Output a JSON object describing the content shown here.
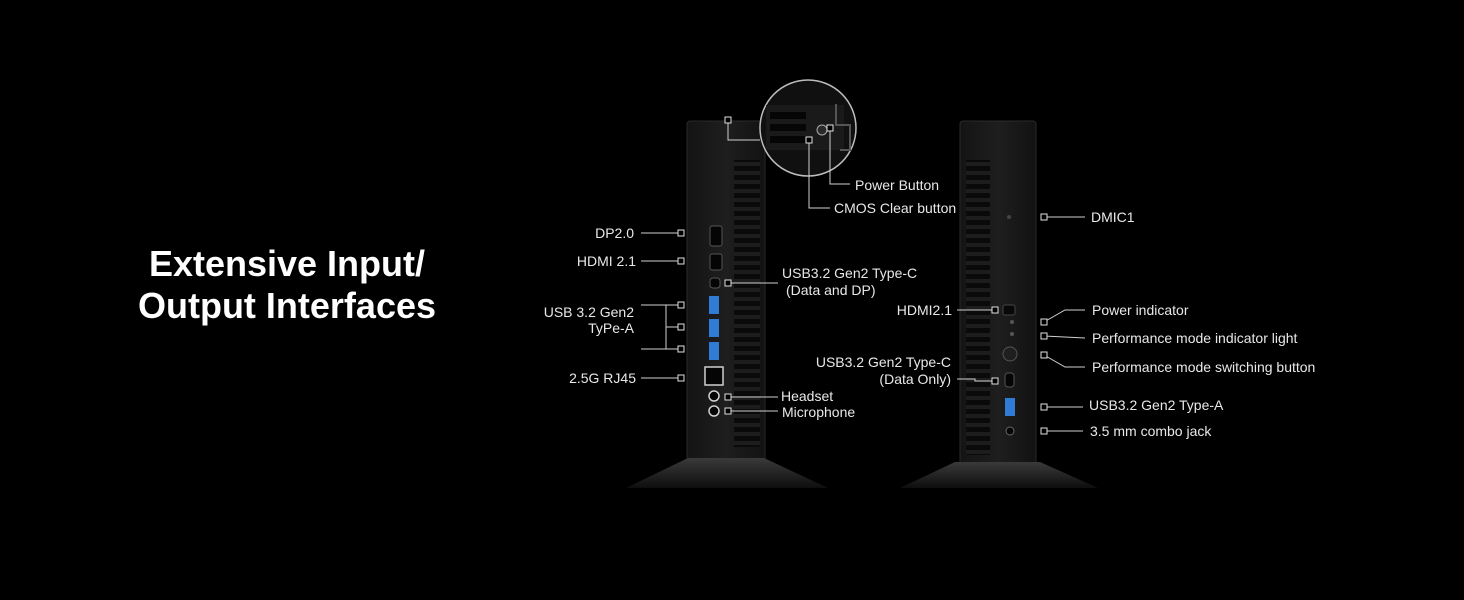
{
  "headline": {
    "line1": "Extensive Input/",
    "line2": "Output Interfaces"
  },
  "rear_view": {
    "dp": "DP2.0",
    "hdmi": "HDMI 2.1",
    "usba_line1": "USB 3.2 Gen2",
    "usba_line2": "TyPe-A",
    "rj45": "2.5G RJ45",
    "usbc_line1": "USB3.2 Gen2 Type-C",
    "usbc_line2": "(Data and DP)",
    "headset": "Headset",
    "microphone": "Microphone",
    "power_button": "Power Button",
    "cmos": "CMOS Clear button"
  },
  "front_view": {
    "dmic": "DMIC1",
    "hdmi": "HDMI2.1",
    "usbc_line1": "USB3.2 Gen2 Type-C",
    "usbc_line2": "(Data Only)",
    "power_indicator": "Power indicator",
    "perf_light": "Performance mode indicator light",
    "perf_button": "Performance mode switching button",
    "usba": "USB3.2 Gen2 Type-A",
    "combo_jack": "3.5 mm combo jack"
  },
  "colors": {
    "background": "#000000",
    "body": "#181818",
    "usb_blue": "#2f7bd6",
    "line": "#cfcfcf"
  }
}
